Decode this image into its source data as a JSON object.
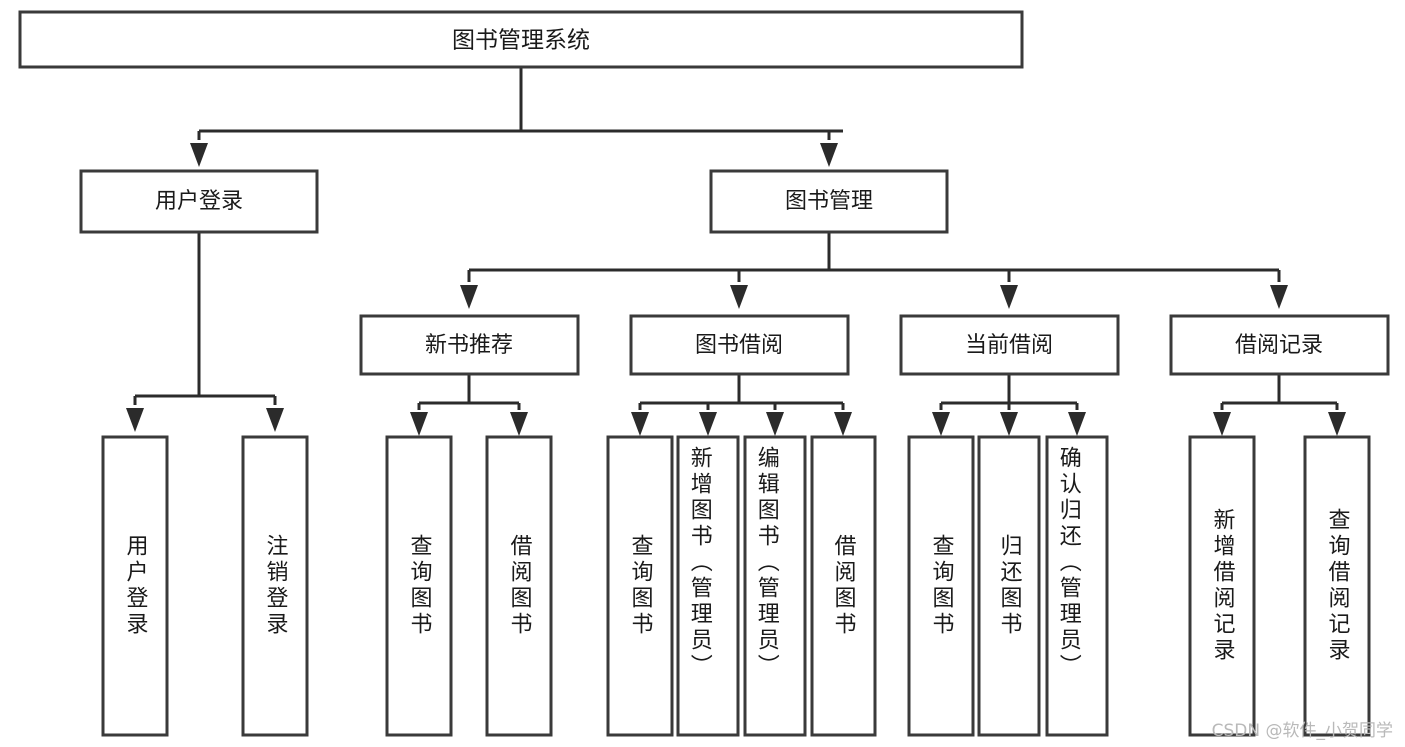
{
  "diagram": {
    "type": "tree-hierarchy-chart",
    "title": "图书管理系统",
    "orientation": "top-down",
    "colors": {
      "box_fill": "#ffffff",
      "box_stroke": "#3a3a3a",
      "connector": "#2b2b2b",
      "label_text": "#1a1a1a",
      "background": "#ffffff",
      "watermark_text": "#b9b9b9"
    },
    "root": {
      "label": "图书管理系统"
    },
    "level2": [
      {
        "label": "用户登录"
      },
      {
        "label": "图书管理"
      }
    ],
    "level3": [
      {
        "label": "新书推荐"
      },
      {
        "label": "图书借阅"
      },
      {
        "label": "当前借阅"
      },
      {
        "label": "借阅记录"
      }
    ],
    "leaves": {
      "user_login": [
        {
          "label": "用户登录"
        },
        {
          "label": "注销登录"
        }
      ],
      "new_book_recommend": [
        {
          "label": "查询图书"
        },
        {
          "label": "借阅图书"
        }
      ],
      "book_borrow": [
        {
          "label": "查询图书"
        },
        {
          "label": "新增图书（管理员）"
        },
        {
          "label": "编辑图书（管理员）"
        },
        {
          "label": "借阅图书"
        }
      ],
      "current_borrow": [
        {
          "label": "查询图书"
        },
        {
          "label": "归还图书"
        },
        {
          "label": "确认归还（管理员）"
        }
      ],
      "borrow_record": [
        {
          "label": "新增借阅记录"
        },
        {
          "label": "查询借阅记录"
        }
      ]
    }
  },
  "watermark": {
    "text": "CSDN @软件_小贺同学"
  }
}
